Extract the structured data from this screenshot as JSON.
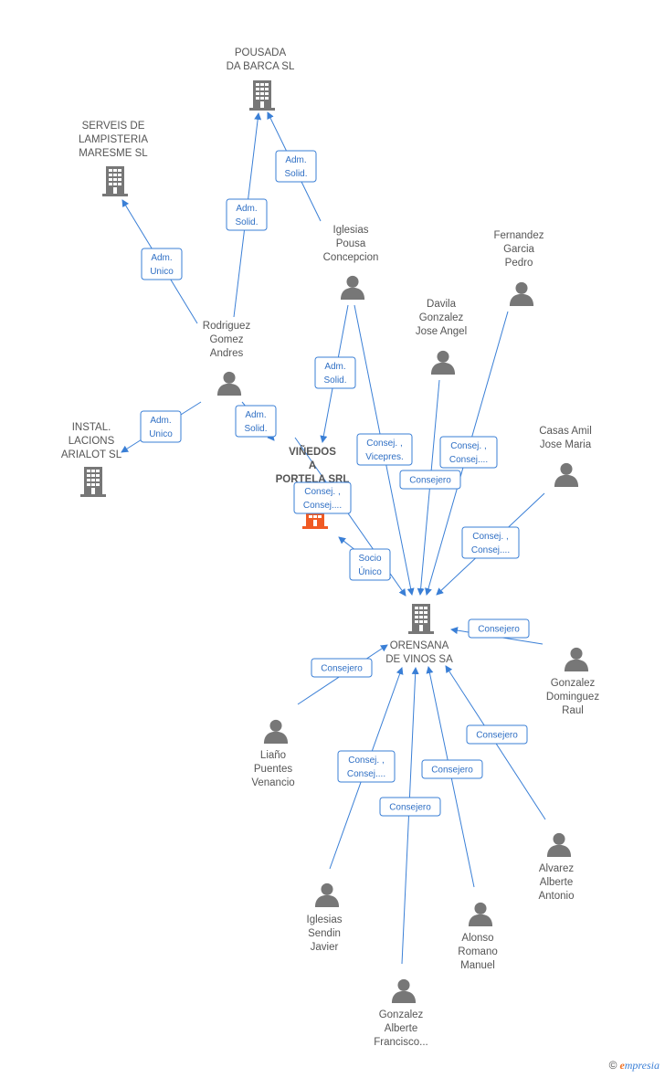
{
  "colors": {
    "edge": "#3a7fd6",
    "icon": "#777777",
    "focus": "#f05a24",
    "text": "#555555"
  },
  "nodes": {
    "pousada": {
      "label": [
        "POUSADA",
        "DA BARCA  SL"
      ],
      "icon": "building-icon"
    },
    "serveis": {
      "label": [
        "SERVEIS DE",
        "LAMPISTERIA",
        "MARESME  SL"
      ],
      "icon": "building-icon"
    },
    "instal": {
      "label": [
        "INSTAL.",
        "LACIONS",
        "ARIALOT SL"
      ],
      "icon": "building-icon"
    },
    "vinedos": {
      "label": [
        "VIÑEDOS",
        "A",
        "PORTELA SRL"
      ],
      "icon": "building-icon"
    },
    "orensana": {
      "label": [
        "ORENSANA",
        "DE VINOS SA"
      ],
      "icon": "building-icon"
    },
    "rodriguez": {
      "label": [
        "Rodriguez",
        "Gomez",
        "Andres"
      ],
      "icon": "person-icon"
    },
    "iglesias_pousa": {
      "label": [
        "Iglesias",
        "Pousa",
        "Concepcion"
      ],
      "icon": "person-icon"
    },
    "fernandez": {
      "label": [
        "Fernandez",
        "Garcia",
        "Pedro"
      ],
      "icon": "person-icon"
    },
    "davila": {
      "label": [
        "Davila",
        "Gonzalez",
        "Jose Angel"
      ],
      "icon": "person-icon"
    },
    "casas": {
      "label": [
        "Casas Amil",
        "Jose Maria"
      ],
      "icon": "person-icon"
    },
    "gonzalez_dom": {
      "label": [
        "Gonzalez",
        "Dominguez",
        "Raul"
      ],
      "icon": "person-icon"
    },
    "liano": {
      "label": [
        "Liaño",
        "Puentes",
        "Venancio"
      ],
      "icon": "person-icon"
    },
    "alvarez": {
      "label": [
        "Alvarez",
        "Alberte",
        "Antonio"
      ],
      "icon": "person-icon"
    },
    "iglesias_sendin": {
      "label": [
        "Iglesias",
        "Sendin",
        "Javier"
      ],
      "icon": "person-icon"
    },
    "alonso": {
      "label": [
        "Alonso",
        "Romano",
        "Manuel"
      ],
      "icon": "person-icon"
    },
    "gonzalez_alb": {
      "label": [
        "Gonzalez",
        "Alberte",
        "Francisco..."
      ],
      "icon": "person-icon"
    }
  },
  "edges": {
    "e1": [
      "Adm.",
      "Solid."
    ],
    "e2": [
      "Adm.",
      "Solid."
    ],
    "e3": [
      "Adm.",
      "Unico"
    ],
    "e4": [
      "Adm.",
      "Unico"
    ],
    "e5": [
      "Adm.",
      "Solid."
    ],
    "e6": [
      "Adm.",
      "Solid."
    ],
    "e7": [
      "Consej. ,",
      "Vicepres."
    ],
    "e8": [
      "Consej. ,",
      "Consej...."
    ],
    "e9": [
      "Consejero"
    ],
    "e10": [
      "Consej. ,",
      "Consej...."
    ],
    "e11": [
      "Consej. ,",
      "Consej...."
    ],
    "e12": [
      "Socio",
      "Único"
    ],
    "e13": [
      "Consejero"
    ],
    "e14": [
      "Consejero"
    ],
    "e15": [
      "Consejero"
    ],
    "e16": [
      "Consej. ,",
      "Consej...."
    ],
    "e17": [
      "Consejero"
    ],
    "e18": [
      "Consejero"
    ]
  },
  "footer": {
    "copyright": "©",
    "brand_e": "e",
    "brand_rest": "mpresia"
  }
}
